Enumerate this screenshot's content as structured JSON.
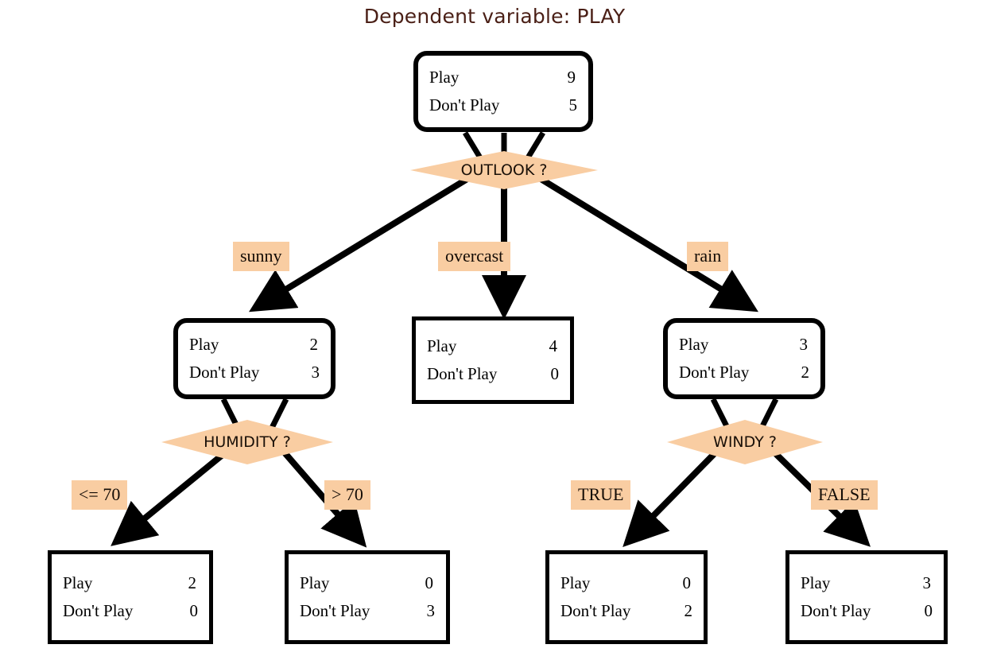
{
  "title": "Dependent variable: PLAY",
  "colors": {
    "title_text": "#4a1f16",
    "node_border": "#000000",
    "node_fill": "#ffffff",
    "accent_peach": "#f9cda2",
    "diamond_fill": "#f9cda2",
    "edge_line": "#000000",
    "text": "#000000"
  },
  "labels": {
    "play": "Play",
    "dont_play": "Don't Play"
  },
  "chart_data": {
    "type": "tree",
    "title": "Dependent variable: PLAY",
    "target": "PLAY",
    "class_labels": [
      "Play",
      "Don't Play"
    ],
    "nodes": [
      {
        "id": "root",
        "kind": "internal",
        "shape": "rounded-rect",
        "play": 9,
        "dont_play": 5,
        "test": "OUTLOOK ?"
      },
      {
        "id": "sunny",
        "kind": "internal",
        "shape": "rounded-rect",
        "play": 2,
        "dont_play": 3,
        "test": "HUMIDITY ?"
      },
      {
        "id": "overcast",
        "kind": "leaf",
        "shape": "rect",
        "play": 4,
        "dont_play": 0,
        "test": null
      },
      {
        "id": "rain",
        "kind": "internal",
        "shape": "rounded-rect",
        "play": 3,
        "dont_play": 2,
        "test": "WINDY ?"
      },
      {
        "id": "hum_le70",
        "kind": "leaf",
        "shape": "rect",
        "play": 2,
        "dont_play": 0,
        "test": null
      },
      {
        "id": "hum_gt70",
        "kind": "leaf",
        "shape": "rect",
        "play": 0,
        "dont_play": 3,
        "test": null
      },
      {
        "id": "windy_t",
        "kind": "leaf",
        "shape": "rect",
        "play": 0,
        "dont_play": 2,
        "test": null
      },
      {
        "id": "windy_f",
        "kind": "leaf",
        "shape": "rect",
        "play": 3,
        "dont_play": 0,
        "test": null
      }
    ],
    "edges": [
      {
        "from": "root",
        "to": "sunny",
        "label": "sunny"
      },
      {
        "from": "root",
        "to": "overcast",
        "label": "overcast"
      },
      {
        "from": "root",
        "to": "rain",
        "label": "rain"
      },
      {
        "from": "sunny",
        "to": "hum_le70",
        "label": "<= 70"
      },
      {
        "from": "sunny",
        "to": "hum_gt70",
        "label": "> 70"
      },
      {
        "from": "rain",
        "to": "windy_t",
        "label": "TRUE"
      },
      {
        "from": "rain",
        "to": "windy_f",
        "label": "FALSE"
      }
    ]
  },
  "tree": {
    "root": {
      "play_value": "9",
      "dont_play_value": "5",
      "test": "OUTLOOK ?"
    },
    "sunny_node": {
      "play_value": "2",
      "dont_play_value": "3",
      "test": "HUMIDITY ?"
    },
    "overcast_leaf": {
      "play_value": "4",
      "dont_play_value": "0"
    },
    "rain_node": {
      "play_value": "3",
      "dont_play_value": "2",
      "test": "WINDY ?"
    },
    "hum_le70_leaf": {
      "play_value": "2",
      "dont_play_value": "0"
    },
    "hum_gt70_leaf": {
      "play_value": "0",
      "dont_play_value": "3"
    },
    "windy_true_leaf": {
      "play_value": "0",
      "dont_play_value": "2"
    },
    "windy_false_leaf": {
      "play_value": "3",
      "dont_play_value": "0"
    },
    "edge_labels": {
      "sunny": "sunny",
      "overcast": "overcast",
      "rain": "rain",
      "hum_le70": "<= 70",
      "hum_gt70": "> 70",
      "windy_true": "TRUE",
      "windy_false": "FALSE"
    }
  }
}
